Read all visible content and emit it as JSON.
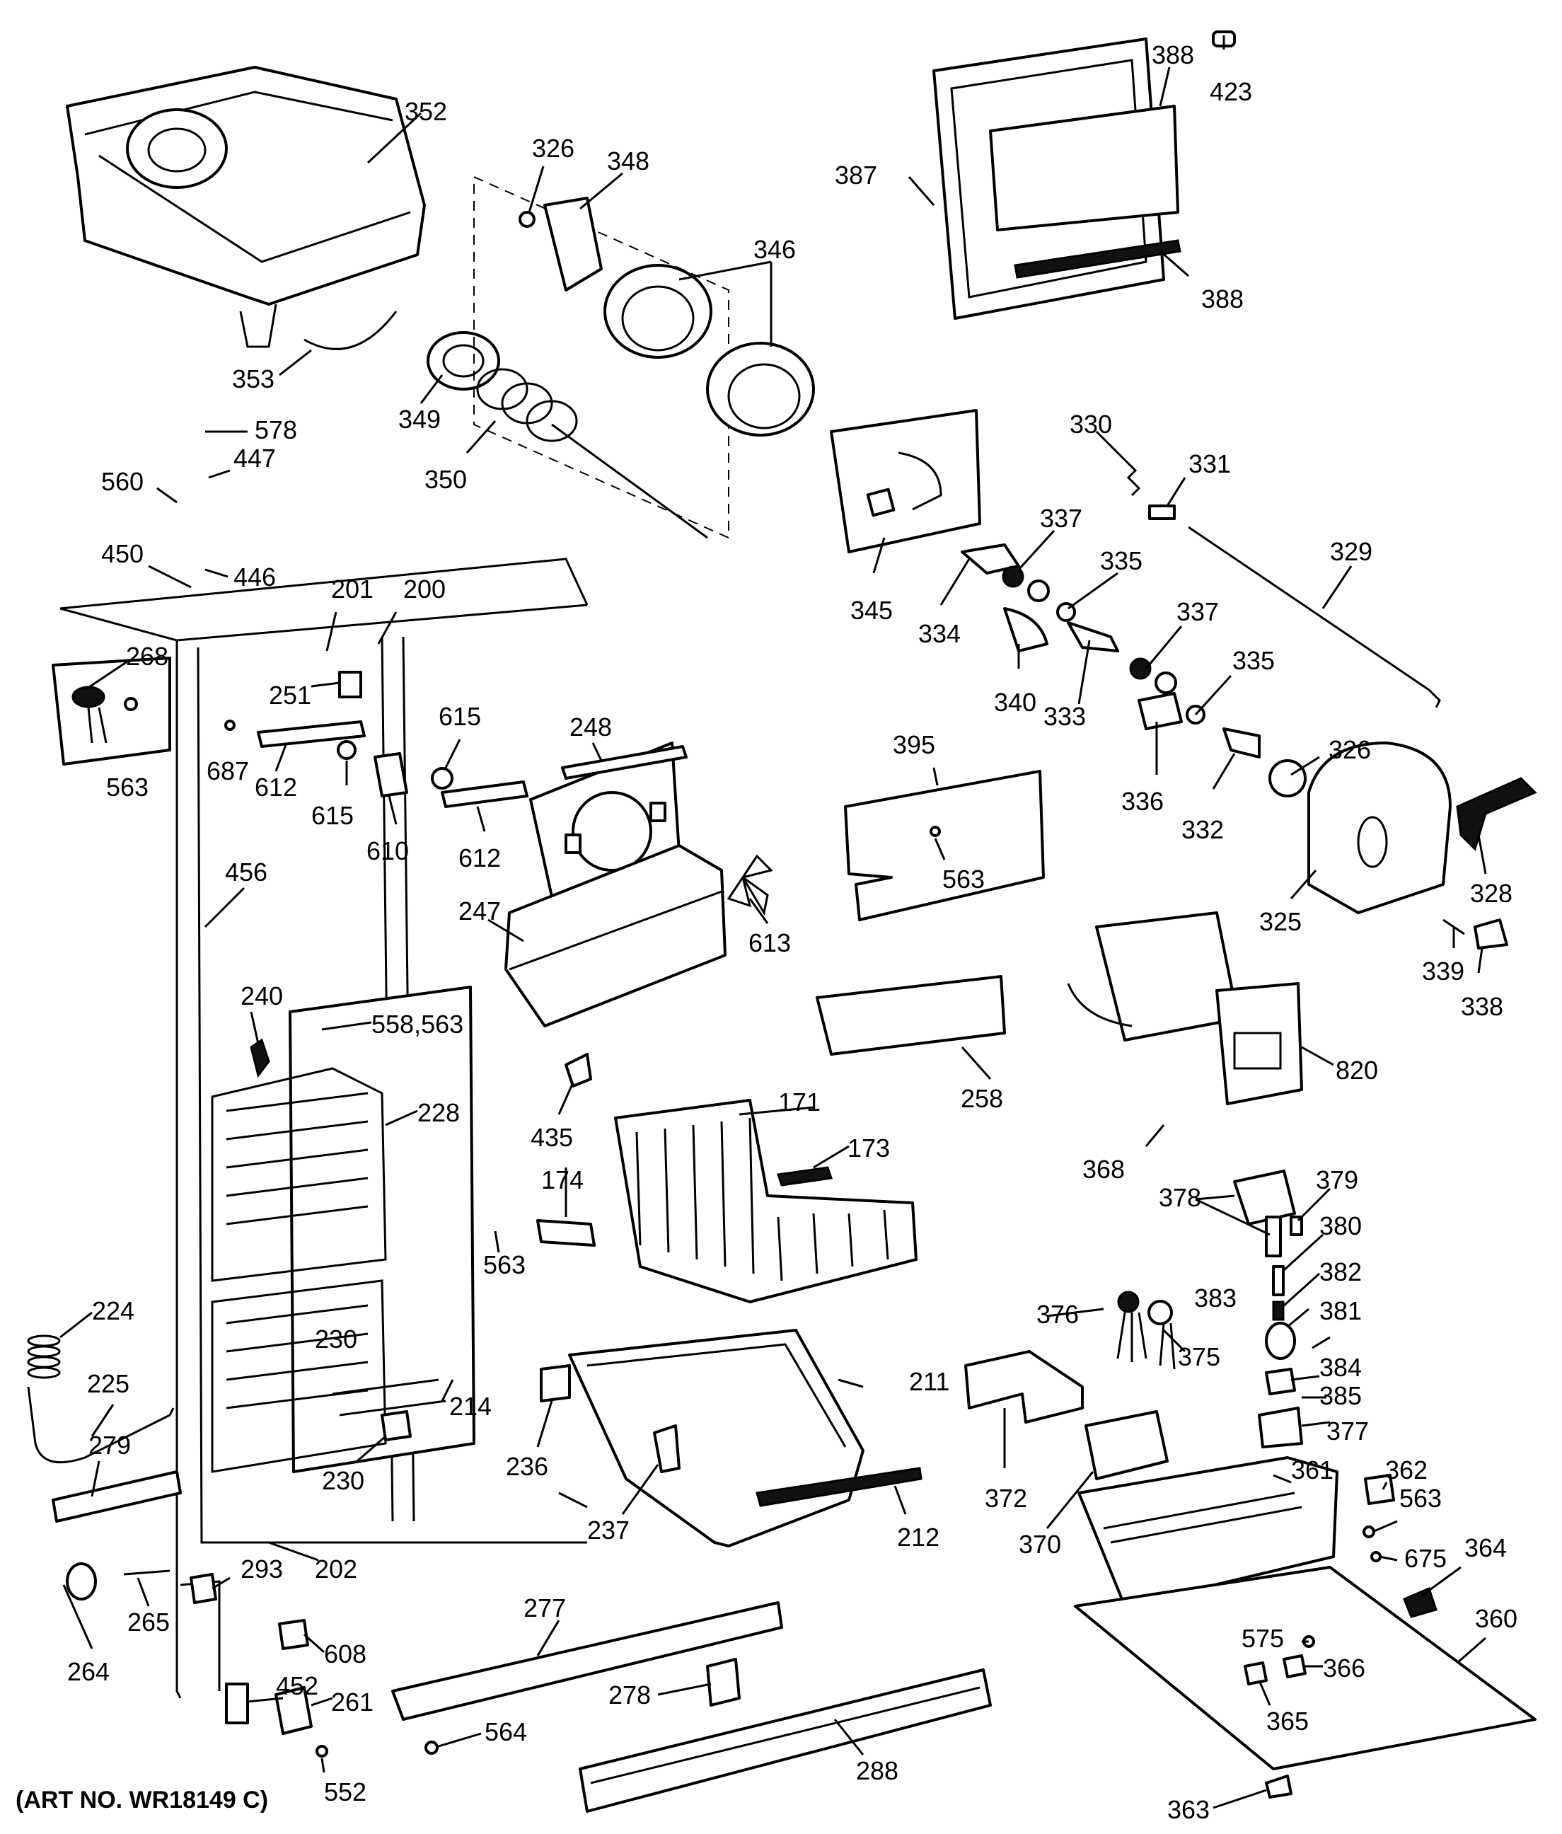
{
  "art_number": "(ART NO. WR18149 C)",
  "callouts": [
    {
      "id": "c352",
      "text": "352"
    },
    {
      "id": "c326a",
      "text": "326"
    },
    {
      "id": "c348",
      "text": "348"
    },
    {
      "id": "c346",
      "text": "346"
    },
    {
      "id": "c387",
      "text": "387"
    },
    {
      "id": "c388a",
      "text": "388"
    },
    {
      "id": "c423",
      "text": "423"
    },
    {
      "id": "c388b",
      "text": "388"
    },
    {
      "id": "c353",
      "text": "353"
    },
    {
      "id": "c349",
      "text": "349"
    },
    {
      "id": "c350",
      "text": "350"
    },
    {
      "id": "c578",
      "text": "578"
    },
    {
      "id": "c447",
      "text": "447"
    },
    {
      "id": "c560",
      "text": "560"
    },
    {
      "id": "c450",
      "text": "450"
    },
    {
      "id": "c446",
      "text": "446"
    },
    {
      "id": "c330",
      "text": "330"
    },
    {
      "id": "c331",
      "text": "331"
    },
    {
      "id": "c329",
      "text": "329"
    },
    {
      "id": "c337a",
      "text": "337"
    },
    {
      "id": "c335a",
      "text": "335"
    },
    {
      "id": "c345",
      "text": "345"
    },
    {
      "id": "c334",
      "text": "334"
    },
    {
      "id": "c340",
      "text": "340"
    },
    {
      "id": "c333",
      "text": "333"
    },
    {
      "id": "c337b",
      "text": "337"
    },
    {
      "id": "c335b",
      "text": "335"
    },
    {
      "id": "c336",
      "text": "336"
    },
    {
      "id": "c332",
      "text": "332"
    },
    {
      "id": "c326b",
      "text": "326"
    },
    {
      "id": "c328",
      "text": "328"
    },
    {
      "id": "c325",
      "text": "325"
    },
    {
      "id": "c339",
      "text": "339"
    },
    {
      "id": "c338",
      "text": "338"
    },
    {
      "id": "c201",
      "text": "201"
    },
    {
      "id": "c200",
      "text": "200"
    },
    {
      "id": "c268",
      "text": "268"
    },
    {
      "id": "c251",
      "text": "251"
    },
    {
      "id": "c687",
      "text": "687"
    },
    {
      "id": "c612a",
      "text": "612"
    },
    {
      "id": "c615a",
      "text": "615"
    },
    {
      "id": "c615b",
      "text": "615"
    },
    {
      "id": "c610",
      "text": "610"
    },
    {
      "id": "c612b",
      "text": "612"
    },
    {
      "id": "c563a",
      "text": "563"
    },
    {
      "id": "c248",
      "text": "248"
    },
    {
      "id": "c395",
      "text": "395"
    },
    {
      "id": "c563b",
      "text": "563"
    },
    {
      "id": "c456",
      "text": "456"
    },
    {
      "id": "c247",
      "text": "247"
    },
    {
      "id": "c613",
      "text": "613"
    },
    {
      "id": "c240",
      "text": "240"
    },
    {
      "id": "c558",
      "text": "558,563"
    },
    {
      "id": "c228",
      "text": "228"
    },
    {
      "id": "c820",
      "text": "820"
    },
    {
      "id": "c258",
      "text": "258"
    },
    {
      "id": "c435",
      "text": "435"
    },
    {
      "id": "c171",
      "text": "171"
    },
    {
      "id": "c173",
      "text": "173"
    },
    {
      "id": "c174",
      "text": "174"
    },
    {
      "id": "c368",
      "text": "368"
    },
    {
      "id": "c378",
      "text": "378"
    },
    {
      "id": "c379",
      "text": "379"
    },
    {
      "id": "c563c",
      "text": "563"
    },
    {
      "id": "c380",
      "text": "380"
    },
    {
      "id": "c224",
      "text": "224"
    },
    {
      "id": "c230a",
      "text": "230"
    },
    {
      "id": "c382",
      "text": "382"
    },
    {
      "id": "c376",
      "text": "376"
    },
    {
      "id": "c383",
      "text": "383"
    },
    {
      "id": "c381",
      "text": "381"
    },
    {
      "id": "c375",
      "text": "375"
    },
    {
      "id": "c225",
      "text": "225"
    },
    {
      "id": "c214",
      "text": "214"
    },
    {
      "id": "c211",
      "text": "211"
    },
    {
      "id": "c384",
      "text": "384"
    },
    {
      "id": "c385",
      "text": "385"
    },
    {
      "id": "c279",
      "text": "279"
    },
    {
      "id": "c236",
      "text": "236"
    },
    {
      "id": "c230b",
      "text": "230"
    },
    {
      "id": "c377",
      "text": "377"
    },
    {
      "id": "c361",
      "text": "361"
    },
    {
      "id": "c362",
      "text": "362"
    },
    {
      "id": "c372",
      "text": "372"
    },
    {
      "id": "c563d",
      "text": "563"
    },
    {
      "id": "c237",
      "text": "237"
    },
    {
      "id": "c212",
      "text": "212"
    },
    {
      "id": "c370",
      "text": "370"
    },
    {
      "id": "c202",
      "text": "202"
    },
    {
      "id": "c675",
      "text": "675"
    },
    {
      "id": "c364",
      "text": "364"
    },
    {
      "id": "c293",
      "text": "293"
    },
    {
      "id": "c277",
      "text": "277"
    },
    {
      "id": "c265",
      "text": "265"
    },
    {
      "id": "c360",
      "text": "360"
    },
    {
      "id": "c608",
      "text": "608"
    },
    {
      "id": "c575",
      "text": "575"
    },
    {
      "id": "c366",
      "text": "366"
    },
    {
      "id": "c264",
      "text": "264"
    },
    {
      "id": "c452",
      "text": "452"
    },
    {
      "id": "c261",
      "text": "261"
    },
    {
      "id": "c278",
      "text": "278"
    },
    {
      "id": "c365",
      "text": "365"
    },
    {
      "id": "c564",
      "text": "564"
    },
    {
      "id": "c288",
      "text": "288"
    },
    {
      "id": "c552",
      "text": "552"
    },
    {
      "id": "c363",
      "text": "363"
    }
  ]
}
